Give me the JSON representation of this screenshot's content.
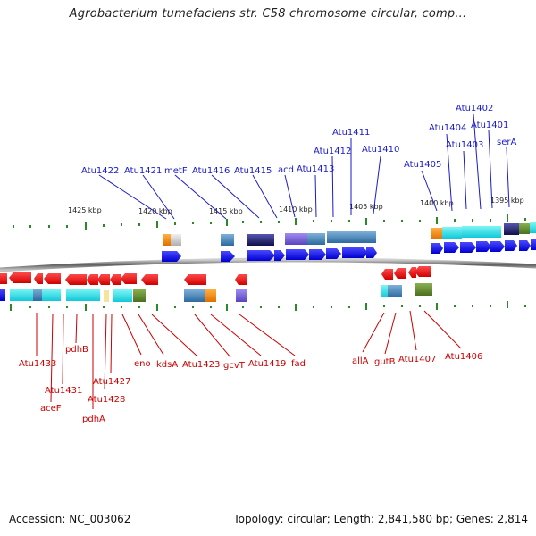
{
  "title": "Agrobacterium tumefaciens str. C58 chromosome circular, comp...",
  "footer": {
    "accession": "Accession: NC_003062",
    "summary": "Topology: circular; Length: 2,841,580 bp; Genes: 2,814"
  },
  "ruler": {
    "ticks": [
      "1425 kbp",
      "1420 kbp",
      "1415 kbp",
      "1410 kbp",
      "1405 kbp",
      "1400 kbp",
      "1395 kbp"
    ]
  },
  "genes_top": [
    "Atu1422",
    "Atu1421",
    "metF",
    "Atu1416",
    "Atu1415",
    "acd",
    "Atu1413",
    "Atu1412",
    "Atu1411",
    "Atu1410",
    "Atu1405",
    "Atu1404",
    "Atu1403",
    "Atu1402",
    "Atu1401",
    "serA"
  ],
  "genes_bottom": [
    "Atu1433",
    "Atu1431",
    "aceF",
    "pdhB",
    "Atu1427",
    "Atu1428",
    "pdhA",
    "eno",
    "kdsA",
    "Atu1423",
    "gcvT",
    "Atu1419",
    "fad",
    "allA",
    "gutB",
    "Atu1407",
    "Atu1406"
  ],
  "colors": {
    "forward_gene": "#1010ee",
    "reverse_gene": "#ee1010",
    "top_label": "#1a1acc",
    "bottom_label": "#cc0000",
    "tick": "#2a8a2a",
    "backbone": "#808080"
  }
}
